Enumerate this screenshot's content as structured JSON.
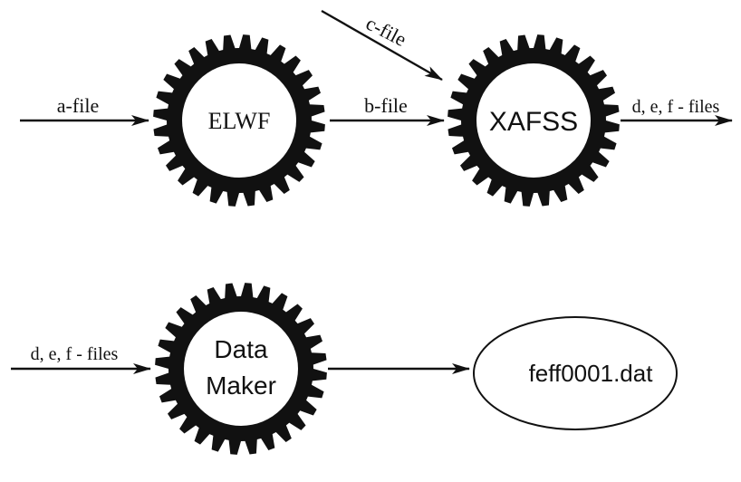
{
  "colors": {
    "ink": "#111111",
    "background": "#ffffff"
  },
  "labels": {
    "a_file": "a-file",
    "b_file": "b-file",
    "c_file": "c-file",
    "def_files_out": "d, e, f - files",
    "def_files_in": "d, e, f - files"
  },
  "nodes": {
    "elwf": "ELWF",
    "xafss": "XAFSS",
    "data_maker_line1": "Data",
    "data_maker_line2": "Maker",
    "feff": "feff0001.dat"
  },
  "icons": {
    "process": "gear-icon",
    "output_file": "ellipse-shape"
  }
}
